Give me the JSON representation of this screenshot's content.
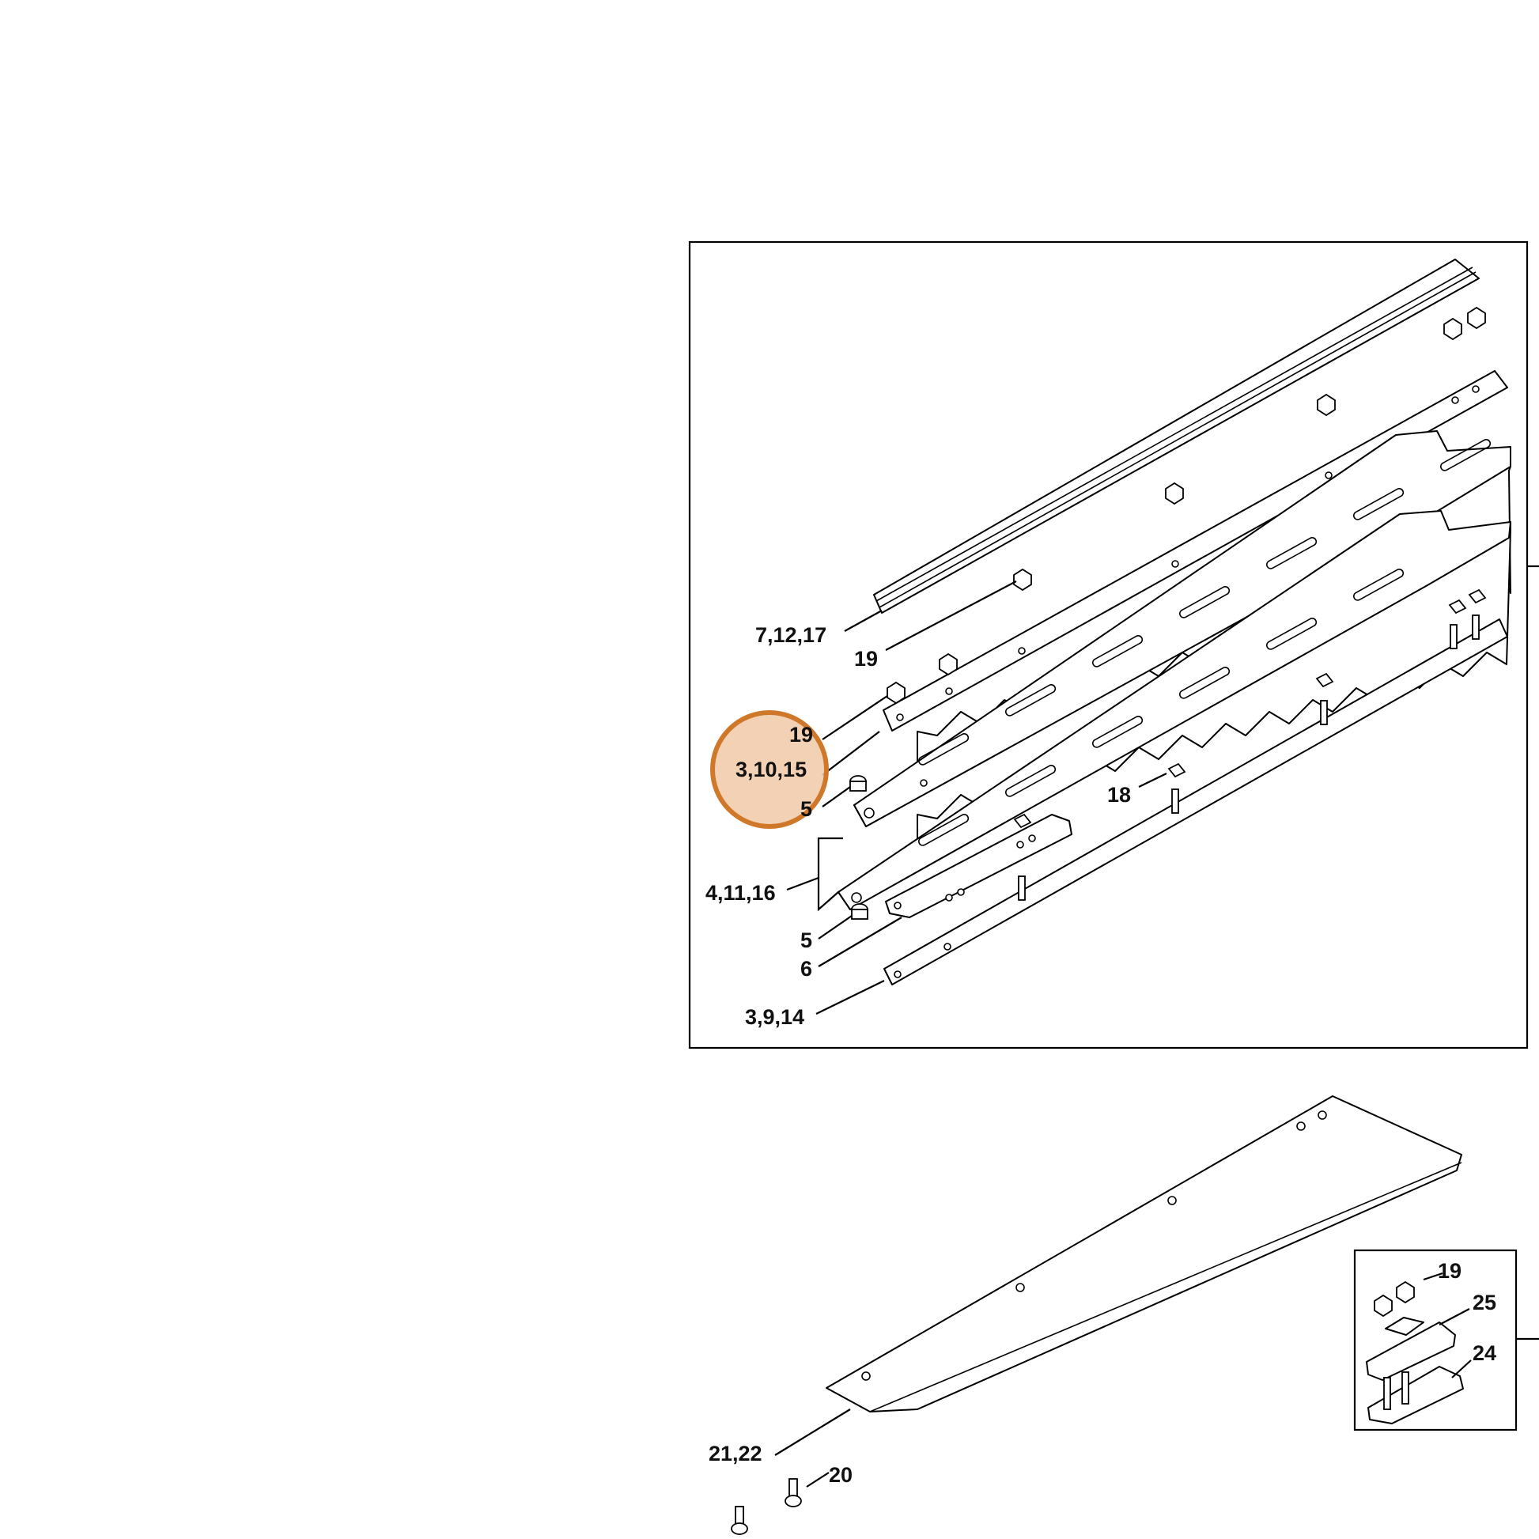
{
  "diagram": {
    "callouts": [
      {
        "id": "c-7-12-17",
        "text": "7,12,17"
      },
      {
        "id": "c-19-a",
        "text": "19"
      },
      {
        "id": "c-19-b",
        "text": "19"
      },
      {
        "id": "c-3-10-15",
        "text": "3,10,15"
      },
      {
        "id": "c-5-a",
        "text": "5"
      },
      {
        "id": "c-4-11-16",
        "text": "4,11,16"
      },
      {
        "id": "c-18",
        "text": "18"
      },
      {
        "id": "c-5-b",
        "text": "5"
      },
      {
        "id": "c-6",
        "text": "6"
      },
      {
        "id": "c-3-9-14",
        "text": "3,9,14"
      },
      {
        "id": "c-21-22",
        "text": "21,22"
      },
      {
        "id": "c-20",
        "text": "20"
      },
      {
        "id": "c-19-c",
        "text": "19"
      },
      {
        "id": "c-25",
        "text": "25"
      },
      {
        "id": "c-24",
        "text": "24"
      }
    ],
    "highlight": {
      "color": "#f0c9a8",
      "border_color": "#d0782a",
      "target": "3,10,15"
    }
  }
}
